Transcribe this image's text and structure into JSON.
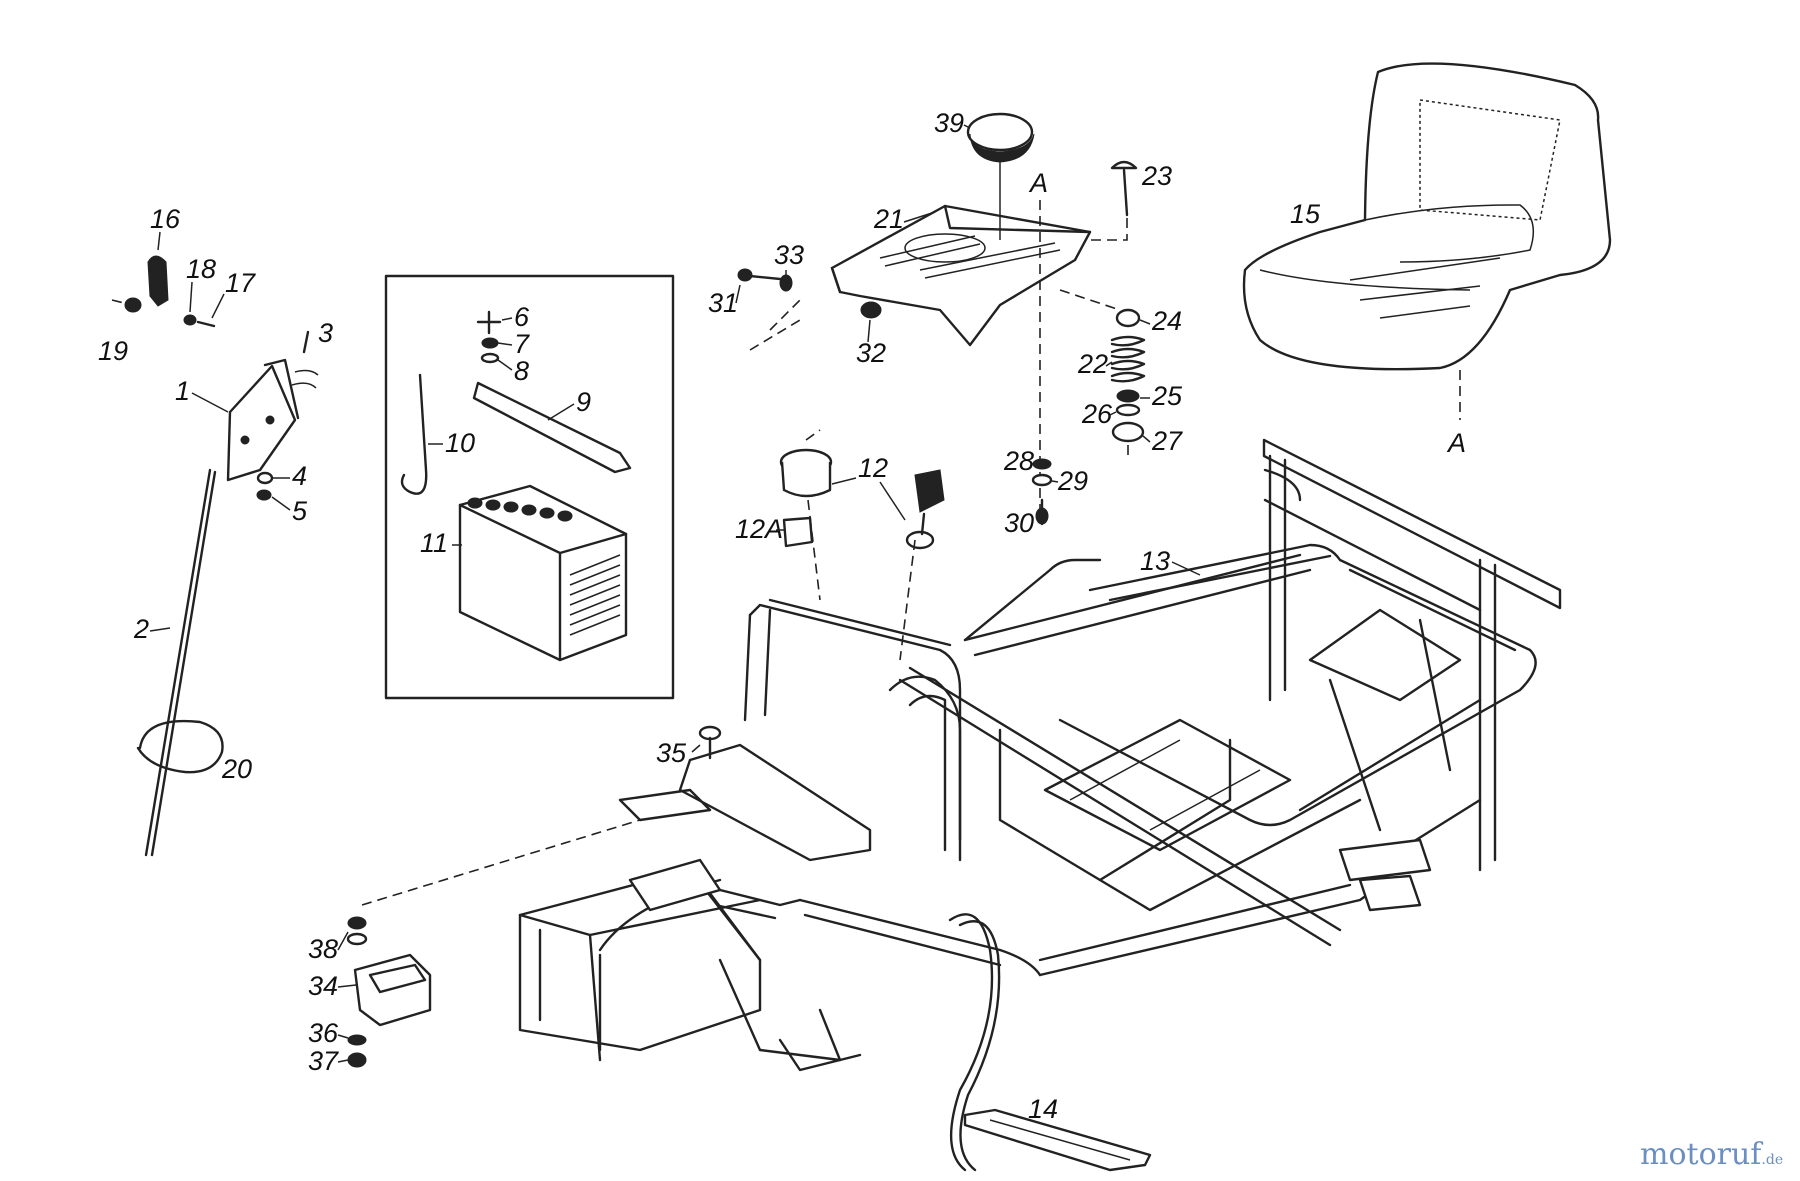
{
  "labels": [
    "1",
    "2",
    "3",
    "4",
    "5",
    "6",
    "7",
    "8",
    "9",
    "10",
    "11",
    "12",
    "12A",
    "13",
    "14",
    "15",
    "16",
    "17",
    "18",
    "19",
    "20",
    "21",
    "22",
    "23",
    "24",
    "25",
    "26",
    "27",
    "28",
    "29",
    "30",
    "31",
    "32",
    "33",
    "34",
    "35",
    "36",
    "37",
    "38",
    "39",
    "A",
    "A"
  ],
  "watermark": {
    "brand": "motoruf",
    "suffix": ".de",
    "color_o": "#6a8fc0",
    "color_r": "#c0392b"
  }
}
